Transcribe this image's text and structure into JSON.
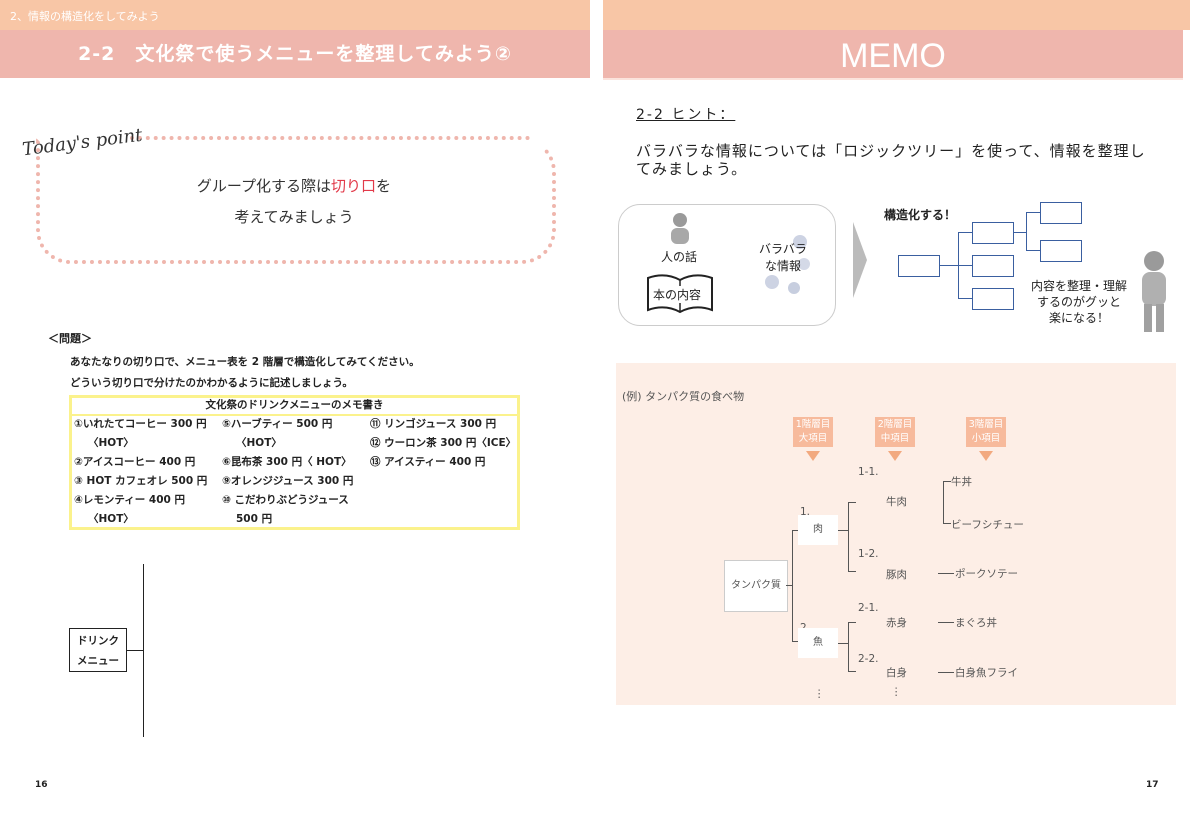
{
  "left_page": {
    "section_label": "2、情報の構造化をしてみよう",
    "title": "2-2　文化祭で使うメニューを整理してみよう②",
    "todays_point_label": "Today's point",
    "point_line1_a": "グループ化する際は",
    "point_line1_red": "切り口",
    "point_line1_b": "を",
    "point_line2": "考えてみましょう",
    "question_heading": "＜問題＞",
    "question_line1": "あなたなりの切り口で、メニュー表を 2 階層で構造化してみてください。",
    "question_line2": "どういう切り口で分けたのかわかるように記述しましょう。",
    "memo_title": "文化祭のドリンクメニューのメモ書き",
    "memo_items": [
      "①いれたてコーヒー 300 円",
      "〈HOT〉",
      "②アイスコーヒー 400 円",
      "③ HOT カフェオレ 500 円",
      "④レモンティー 400 円",
      "〈HOT〉",
      "⑤ハーブティー 500 円",
      "〈HOT〉",
      "⑥昆布茶 300 円〈 HOT〉",
      "⑨オレンジジュース 300 円",
      "⑩ こだわりぶどうジュース",
      "500 円",
      "⑪ リンゴジュース 300 円",
      "⑫ ウーロン茶 300 円〈ICE〉",
      "⑬ アイスティー 400 円"
    ],
    "drink_box_line1": "ドリンク",
    "drink_box_line2": "メニュー",
    "page_number": "16"
  },
  "right_page": {
    "title": "MEMO",
    "hint_heading": "2-2 ヒント：",
    "hint_body": "バラバラな情報については「ロジックツリー」を使って、情報を整理してみましょう。",
    "person_talk": "人の話",
    "scattered_line1": "バラバラ",
    "scattered_line2": "な情報",
    "book_content": "本の内容",
    "structure_label": "構造化する！",
    "understand_line1": "内容を整理・理解",
    "understand_line2": "するのがグッと",
    "understand_line3": "楽になる！",
    "example_title": "(例) タンパク質の食べ物",
    "levels": [
      {
        "line1": "1階層目",
        "line2": "大項目"
      },
      {
        "line1": "2階層目",
        "line2": "中項目"
      },
      {
        "line1": "3階層目",
        "line2": "小項目"
      }
    ],
    "root": "タンパク質",
    "n1_num": "1.",
    "n1": "肉",
    "n2_num": "2.",
    "n2": "魚",
    "m11_num": "1-1.",
    "m11": "牛肉",
    "m12_num": "1-2.",
    "m12": "豚肉",
    "m21_num": "2-1.",
    "m21": "赤身",
    "m22_num": "2-2.",
    "m22": "白身",
    "leaf1": "牛丼",
    "leaf2": "ビーフシチュー",
    "leaf3": "ポークソテー",
    "leaf4": "まぐろ丼",
    "leaf5": "白身魚フライ",
    "ellipsis": "⋮",
    "page_number": "17"
  },
  "colors": {
    "header_top": "#f8c6a6",
    "header_main": "#efb6ad",
    "accent_red": "#e23a4a",
    "memo_border": "#fbf28c",
    "example_bg": "#fdeee6",
    "tree_box": "#3a5fa0"
  }
}
